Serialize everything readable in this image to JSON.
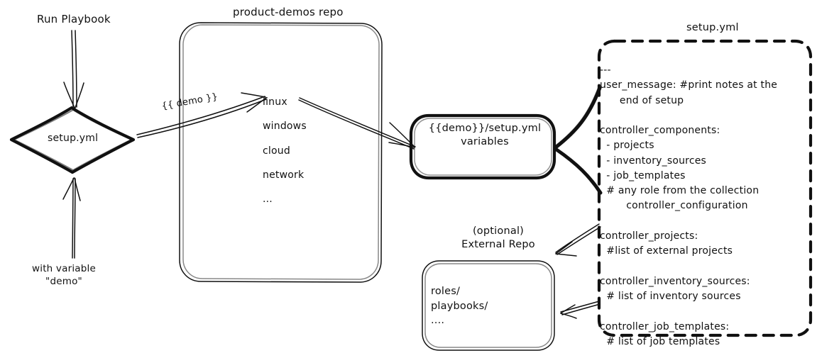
{
  "diagram": {
    "title": "product-demos setup.yml flow",
    "stroke_color": "#111111",
    "background_color": "#ffffff"
  },
  "entry": {
    "run_playbook_label": "Run Playbook",
    "with_variable_label": "with variable\n\"demo\"",
    "diamond_label": "setup.yml"
  },
  "repo": {
    "title": "product-demos repo",
    "demo_arrow_label": "{{ demo }}",
    "items": "linux\nwindows\ncloud\nnetwork\n..."
  },
  "variables_box": {
    "label": "{{demo}}/setup.yml\nvariables"
  },
  "setup_yml": {
    "title": "setup.yml",
    "body": "---\nuser_message: #print notes at the\n      end of setup\n\ncontroller_components:\n  - projects\n  - inventory_sources\n  - job_templates\n  # any role from the collection\n        controller_configuration\n\ncontroller_projects:\n  #list of external projects\n\ncontroller_inventory_sources:\n  # list of inventory sources\n\ncontroller_job_templates:\n  # list of job templates"
  },
  "external_repo": {
    "title": "(optional)\nExternal Repo",
    "items": "roles/\nplaybooks/\n...."
  }
}
